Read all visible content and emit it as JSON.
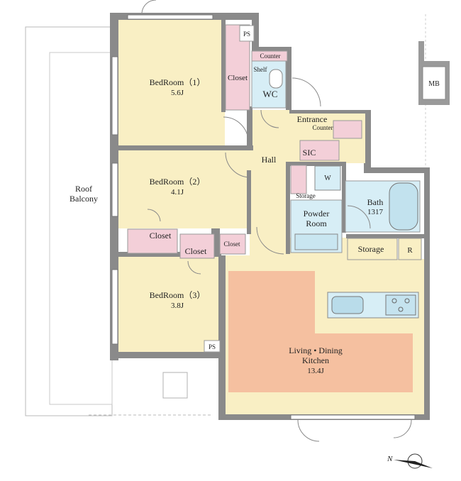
{
  "rooms": {
    "bedroom1": {
      "name": "BedRoom（1）",
      "size": "5.6J"
    },
    "bedroom2": {
      "name": "BedRoom（2）",
      "size": "4.1J"
    },
    "bedroom3": {
      "name": "BedRoom（3）",
      "size": "3.8J"
    },
    "closet_bed1": "Closet",
    "closet_bed2": "Closet",
    "closet_mid": "Closet",
    "closet_small": "Closet",
    "wc": "WC",
    "shelf": "Shelf",
    "counter_wc": "Counter",
    "ps_top": "PS",
    "ps_bottom": "PS",
    "mb": "MB",
    "entrance": "Entrance",
    "counter_entrance": "Counter",
    "sic": "SIC",
    "hall": "Hall",
    "washer": "W",
    "storage_small": "Storage",
    "powder_room": {
      "line1": "Powder",
      "line2": "Room"
    },
    "bath": {
      "name": "Bath",
      "size": "1317"
    },
    "storage": "Storage",
    "fridge": "R",
    "ldk": {
      "line1": "Living • Dining",
      "line2": "Kitchen",
      "size": "13.4J"
    },
    "roof_balcony": {
      "line1": "Roof",
      "line2": "Balcony"
    }
  },
  "compass": {
    "north_label": "N"
  },
  "colors": {
    "bedroom": "#f9efc4",
    "closet": "#f3cfd8",
    "wet_area": "#d7eef6",
    "ldk_floor": "#f5c0a0",
    "wall": "#8a8a8a"
  }
}
